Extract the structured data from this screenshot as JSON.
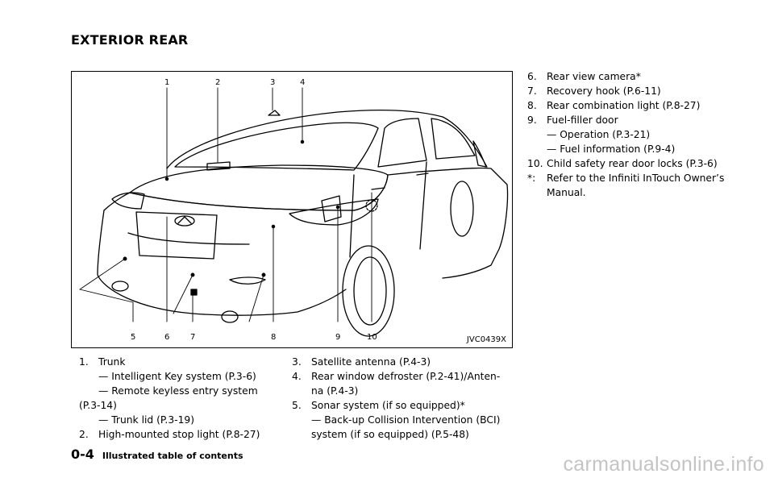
{
  "heading": "EXTERIOR REAR",
  "figure": {
    "code": "JVC0439X",
    "callouts": [
      "1",
      "2",
      "3",
      "4",
      "5",
      "6",
      "7",
      "8",
      "9",
      "10"
    ]
  },
  "column1": {
    "item1_num": "1.",
    "item1_title": "Trunk",
    "item1_sub1": "— Intelligent Key system (P.3-6)",
    "item1_sub2a": "— Remote keyless entry system",
    "item1_sub2b": "(P.3-14)",
    "item1_sub3": "— Trunk lid (P.3-19)",
    "item2_num": "2.",
    "item2_title": "High-mounted stop light (P.8-27)"
  },
  "column2": {
    "item3_num": "3.",
    "item3_title": "Satellite antenna (P.4-3)",
    "item4_num": "4.",
    "item4_title_a": "Rear window defroster (P.2-41)/Anten-",
    "item4_title_b": "na (P.4-3)",
    "item5_num": "5.",
    "item5_title": "Sonar system (if so equipped)*",
    "item5_sub1a": "— Back-up Collision Intervention (BCI)",
    "item5_sub1b": "system (if so equipped) (P.5-48)"
  },
  "column3": {
    "item6_num": "6.",
    "item6_title": "Rear view camera*",
    "item7_num": "7.",
    "item7_title": "Recovery hook (P.6-11)",
    "item8_num": "8.",
    "item8_title": "Rear combination light (P.8-27)",
    "item9_num": "9.",
    "item9_title": "Fuel-filler door",
    "item9_sub1": "— Operation (P.3-21)",
    "item9_sub2": "— Fuel information (P.9-4)",
    "item10_num": "10.",
    "item10_title": "Child safety rear door locks (P.3-6)",
    "note_num": "*:",
    "note_text_a": "Refer to the Infiniti InTouch Owner’s",
    "note_text_b": "Manual."
  },
  "footer": {
    "page_number": "0-4",
    "page_title": "Illustrated table of contents"
  },
  "watermark": "carmanualsonline.info"
}
